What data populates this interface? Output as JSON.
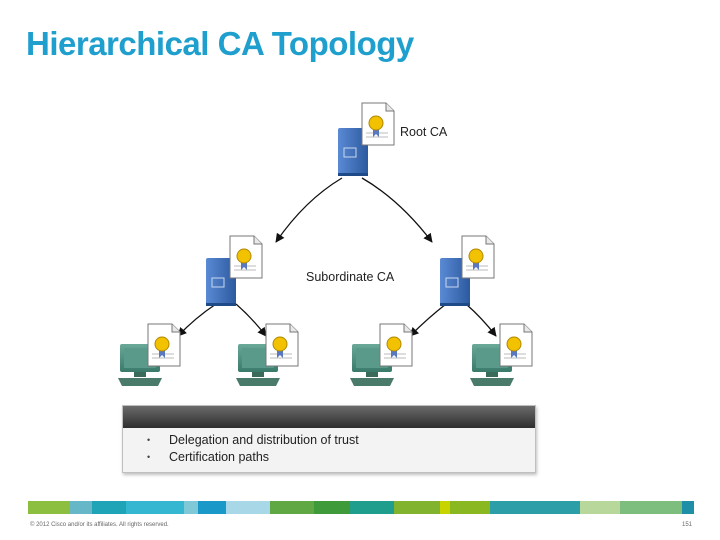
{
  "title": "Hierarchical CA Topology",
  "labels": {
    "root": "Root CA",
    "subordinate": "Subordinate CA"
  },
  "callout": {
    "items": [
      "Delegation and distribution of trust",
      "Certification paths"
    ]
  },
  "footer": {
    "copyright": "© 2012 Cisco and/or its affiliates. All rights reserved.",
    "page": "151"
  },
  "colors": {
    "title": "#1f9fce",
    "server": "#3a6fb8",
    "computer": "#4a8a7a",
    "ribbon": "#5a78c0",
    "seal": "#f2c200",
    "stripes": [
      "#8cbf3f",
      "#66b8c8",
      "#1fa3b6",
      "#35b7d2",
      "#7fc8d8",
      "#1a99c9",
      "#a8d8e8",
      "#60a844",
      "#3f9a3a",
      "#1f9e8e",
      "#82b32f",
      "#c8d400",
      "#8ab820",
      "#2c9ea8",
      "#b7d89a",
      "#7dbd7e",
      "#1f8fa8"
    ]
  }
}
